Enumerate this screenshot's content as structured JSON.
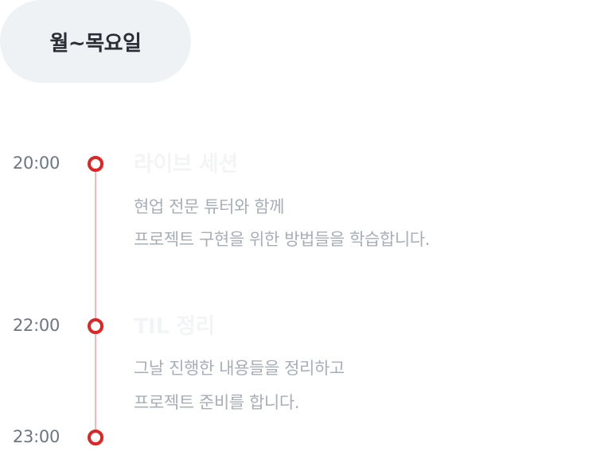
{
  "day_label": "월~목요일",
  "schedule": [
    {
      "time": "20:00",
      "title": "라이브 세션",
      "lines": [
        "현업 전문 튜터와 함께",
        "프로젝트 구현을 위한 방법들을 학습합니다."
      ]
    },
    {
      "time": "22:00",
      "title": "TIL 정리",
      "lines": [
        "그날 진행한 내용들을 정리하고",
        "프로젝트 준비를 합니다."
      ]
    },
    {
      "time": "23:00"
    }
  ],
  "colors": {
    "accent": "#e02424",
    "line": "#f3b9b9",
    "pill_bg": "#eef2f5",
    "time_text": "#6e7681",
    "desc_text": "#a7aeb7"
  }
}
